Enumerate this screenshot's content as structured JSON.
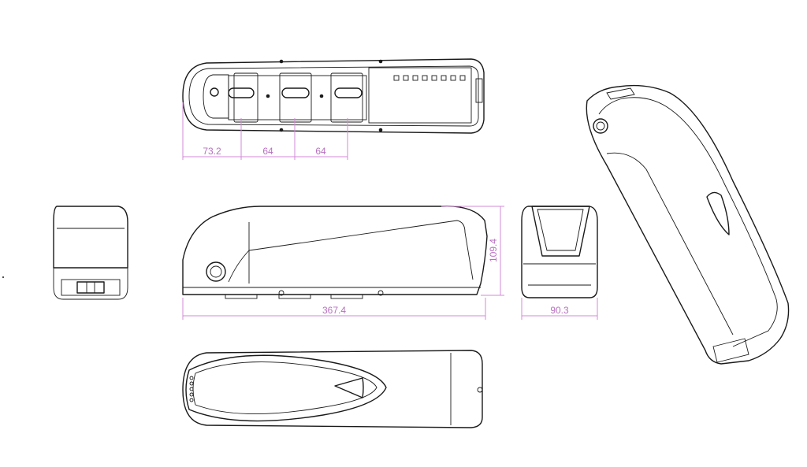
{
  "colors": {
    "line": "#1a1a1a",
    "dimension": "#d38ad8",
    "dimension_text": "#b870c0",
    "background": "#ffffff"
  },
  "dimensions": {
    "top_offset": "73.2",
    "spacing_1": "64",
    "spacing_2": "64",
    "height": "109.4",
    "length": "367.4",
    "width": "90.3"
  }
}
